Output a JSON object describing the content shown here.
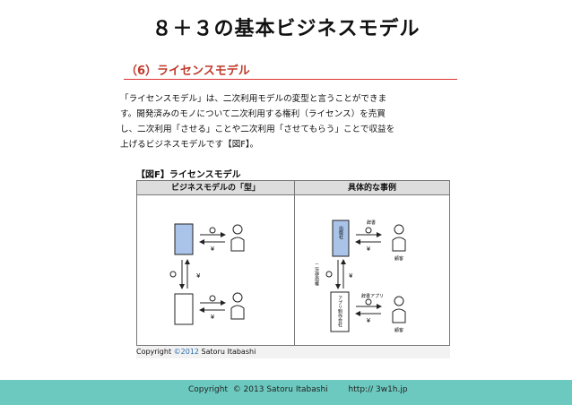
{
  "slide": {
    "title": "８＋３の基本ビジネスモデル"
  },
  "card": {
    "section_title": "（6）ライセンスモデル",
    "paragraph": "「ライセンスモデル」は、二次利用モデルの変型と言うことができま\nす。開発済みのモノについて二次利用する権利（ライセンス）を売買\nし、二次利用「させる」ことや二次利用「させてもらう」ことで収益を\n上げるビジネスモデルです【図F】。",
    "figure_caption": "【図F】ライセンスモデル",
    "panel_left_title": "ビジネスモデルの「型」",
    "panel_right_title": "具体的な事例",
    "labels": {
      "yen": "¥",
      "secondary_use_right": "二次使用権",
      "publisher": "出版社",
      "app_maker": "アプリ制作会社",
      "dictionary": "辞書",
      "dictionary_app": "辞書アプリ",
      "customer": "顧客"
    },
    "copyright_prefix": "Copyright ",
    "copyright_year": "©2012",
    "copyright_name": " Satoru Itabashi"
  },
  "footer": {
    "text": "Copyright  © 2013 Satoru Itabashi        http:// 3w1h.jp"
  },
  "colors": {
    "accent_red": "#c0392b",
    "footer_teal": "#6cc9bf",
    "box_blue": "#a9c4e8"
  }
}
